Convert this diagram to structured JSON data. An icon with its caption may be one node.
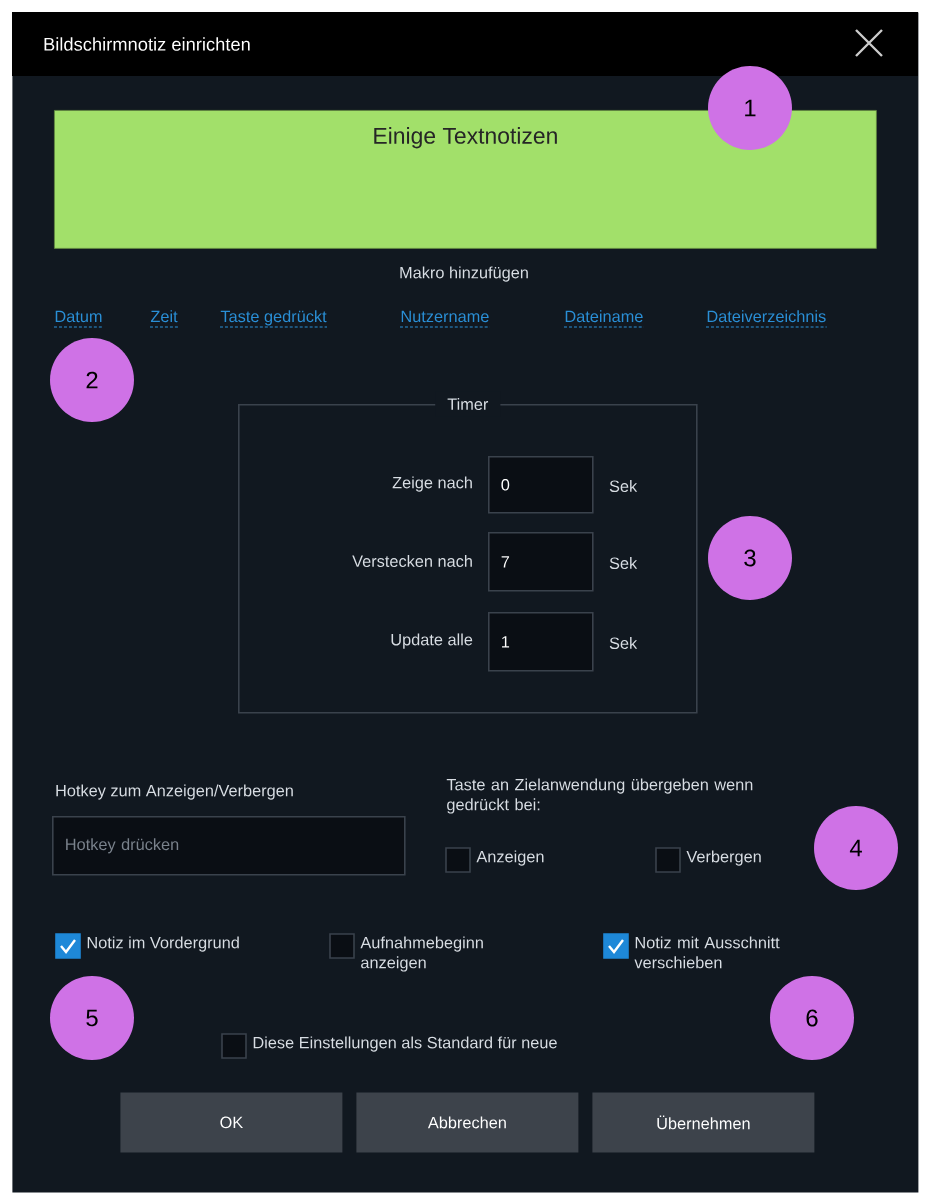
{
  "diagram": {
    "nodes": [
      {
        "text": [
          "Bildschirmnotiz einrichten"
        ]
      },
      {
        "text": [
          "1"
        ],
        "in": 0
      },
      {
        "text": [
          "Einige Textnotizen"
        ],
        "in": 0
      },
      {
        "text": [
          "2"
        ],
        "in": 0
      },
      {
        "text": [
          "Timer"
        ],
        "in": 0
      },
      {
        "text": [
          "0"
        ],
        "in": 4,
        "beside": [
          "Zeige nach",
          "Sek"
        ]
      },
      {
        "text": [
          "3"
        ],
        "in": 0
      },
      {
        "text": [
          "7"
        ],
        "in": 4,
        "beside": [
          "Verstecken nach",
          "Sek"
        ]
      },
      {
        "text": [
          "1"
        ],
        "in": 4,
        "beside": [
          "Update alle",
          "Sek"
        ]
      },
      {
        "text": [
          "Hotkey drücken"
        ],
        "in": 0,
        "beside": [
          "Hotkey zum Anzeigen/Verbergen"
        ]
      },
      {
        "text": [],
        "shape": "box",
        "in": 0,
        "beside": [
          "Anzeigen"
        ]
      },
      {
        "text": [],
        "shape": "box",
        "in": 0,
        "beside": [
          "Verbergen"
        ]
      },
      {
        "text": [
          "4"
        ],
        "in": 0
      },
      {
        "text": [],
        "shape": "checkmark",
        "in": 0,
        "beside": [
          "Notiz im Vordergrund"
        ]
      },
      {
        "text": [],
        "shape": "box",
        "in": 0,
        "beside": [
          "Aufnahmebeginn anzeigen"
        ]
      },
      {
        "text": [],
        "shape": "checkmark",
        "in": 0,
        "beside": [
          "Notiz mit Ausschnitt verschieben"
        ]
      },
      {
        "text": [
          "5"
        ],
        "in": 0
      },
      {
        "text": [
          "6"
        ],
        "in": 0
      },
      {
        "text": [],
        "shape": "box",
        "in": 0,
        "beside": [
          "Diese Einstellungen als Standard für neue"
        ]
      },
      {
        "text": [
          "OK"
        ],
        "in": 0
      },
      {
        "text": [
          "Abbrechen"
        ],
        "in": 0
      },
      {
        "text": [
          "Übernehmen"
        ],
        "in": 0
      }
    ],
    "labels": [
      "Makro hinzufügen",
      "Datum",
      "Zeit",
      "Taste gedrückt",
      "Nutzername",
      "Dateiname",
      "Dateiverzeichnis",
      "Taste an Zielanwendung übergeben wenn gedrückt bei:"
    ]
  }
}
